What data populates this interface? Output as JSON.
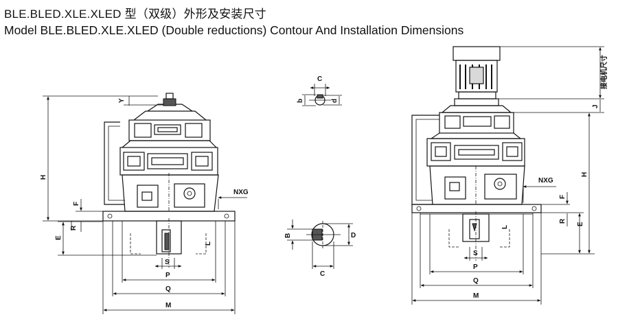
{
  "title_cn": "BLE.BLED.XLE.XLED 型（双级）外形及安装尺寸",
  "title_en": "Model BLE.BLED.XLE.XLED (Double reductions) Contour And Installation Dimensions",
  "left_view": {
    "labels": {
      "Y": "Y",
      "H": "H",
      "F": "F",
      "E": "E",
      "R": "R",
      "L": "L",
      "S": "S",
      "P": "P",
      "Q": "Q",
      "M": "M",
      "NXG": "NXG"
    }
  },
  "shaft_top": {
    "labels": {
      "C": "C",
      "b": "b",
      "d": "d"
    }
  },
  "shaft_bottom": {
    "labels": {
      "B": "B",
      "D": "D",
      "C": "C"
    }
  },
  "right_view": {
    "labels": {
      "motor_dim": "接电机尺寸",
      "J": "J",
      "H": "H",
      "NXG": "NXG",
      "F": "F",
      "R": "R",
      "E": "E",
      "L": "L",
      "S": "S",
      "P": "P",
      "Q": "Q",
      "M": "M"
    }
  }
}
